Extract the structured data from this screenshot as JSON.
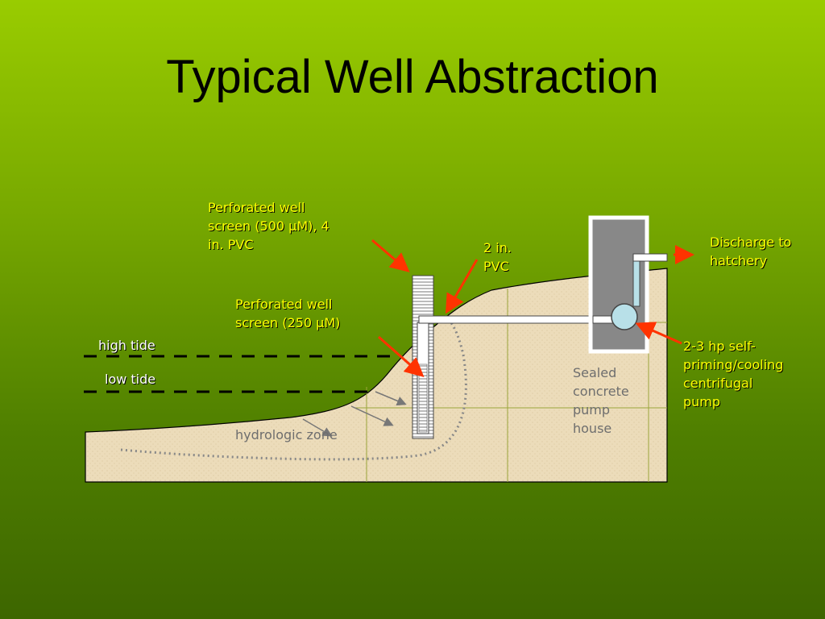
{
  "title": "Typical Well Abstraction",
  "labels": {
    "screen_500": "Perforated well\nscreen (500 µM), 4\nin. PVC",
    "pvc_2in": "2 in.\nPVC",
    "screen_250": "Perforated well\nscreen (250 µM)",
    "discharge": "Discharge to\nhatchery",
    "pump": "2-3 hp self-\npriming/cooling\ncentrifugal\npump",
    "high_tide": "high tide",
    "low_tide": "low tide",
    "pump_house": "Sealed\nconcrete\npump\nhouse",
    "hydrologic_zone": "hydrologic zone"
  },
  "colors": {
    "sand": "#ecdcba",
    "pointer_red": "#ff3300",
    "pump_house_fill": "#888888",
    "pump_blue": "#b8e0e8",
    "label_yellow": "#ffff00"
  }
}
